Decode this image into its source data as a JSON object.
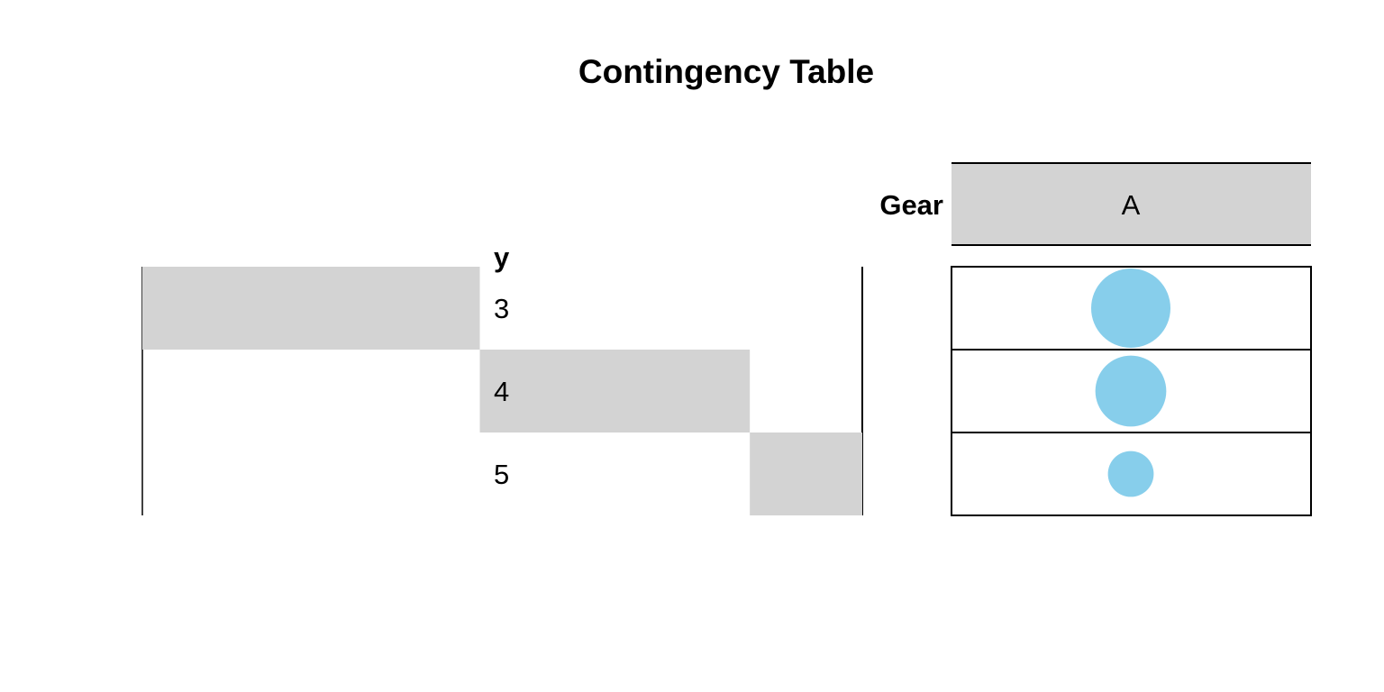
{
  "chart_data": {
    "type": "table",
    "title": "Contingency Table",
    "facet": {
      "label": "Gear",
      "value": "A"
    },
    "row_variable_label": "y",
    "rows": [
      {
        "label": "3",
        "frequency": 15
      },
      {
        "label": "4",
        "frequency": 12
      },
      {
        "label": "5",
        "frequency": 5
      }
    ],
    "total": 32,
    "colors": {
      "bar_fill": "#d3d3d3",
      "circle_fill": "#87ceeb",
      "facet_fill": "#d3d3d3",
      "line": "#000000"
    }
  }
}
